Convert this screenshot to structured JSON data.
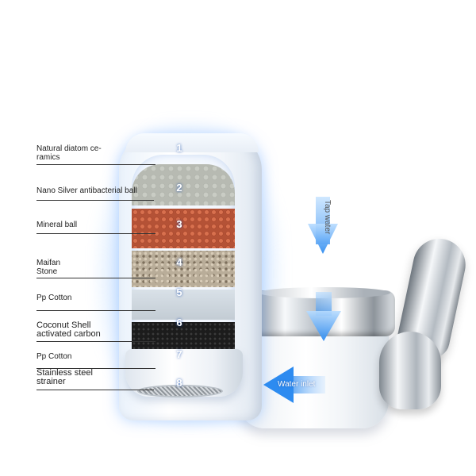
{
  "layers": [
    {
      "number": "1",
      "label": "Natural diatom ce-\nramics"
    },
    {
      "number": "2",
      "label": "Nano Silver antibacterial ball"
    },
    {
      "number": "3",
      "label": "Mineral ball"
    },
    {
      "number": "4",
      "label": "Maifan\nStone"
    },
    {
      "number": "5",
      "label": "Pp Cotton"
    },
    {
      "number": "6",
      "label": "Coconut Shell\nactivated carbon"
    },
    {
      "number": "7",
      "label": "Pp Cotton"
    },
    {
      "number": "8",
      "label": "Stainless steel\nstrainer"
    }
  ],
  "flow": {
    "tap_water": "Tap water",
    "water_inlet": "Water inlet"
  },
  "colors": {
    "arrow": "#2d8bf0",
    "glow": "#7cb8ff",
    "mineral_ball": "#b45236",
    "carbon": "#1c1c1c"
  }
}
